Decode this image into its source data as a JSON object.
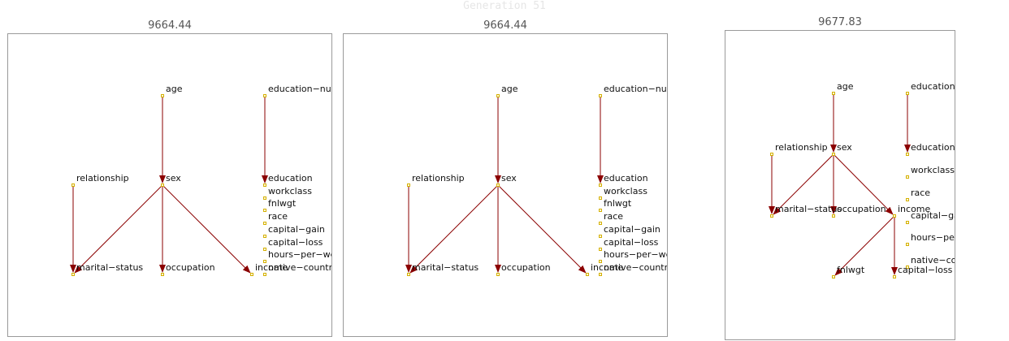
{
  "generation_label": "Generation 51",
  "colors": {
    "edge": "#8b0000",
    "node_fill": "#fffbe0",
    "node_stroke": "#d4b000",
    "frame": "#9a9a9a"
  },
  "panels": [
    {
      "score": "9664.44",
      "nodes": [
        {
          "id": "age",
          "label": "age"
        },
        {
          "id": "education-num",
          "label": "education−nur"
        },
        {
          "id": "relationship",
          "label": "relationship"
        },
        {
          "id": "sex",
          "label": "sex"
        },
        {
          "id": "education",
          "label": "education"
        },
        {
          "id": "workclass",
          "label": "workclass"
        },
        {
          "id": "fnlwgt",
          "label": "fnlwgt"
        },
        {
          "id": "race",
          "label": "race"
        },
        {
          "id": "capital-gain",
          "label": "capital−gain"
        },
        {
          "id": "capital-loss",
          "label": "capital−loss"
        },
        {
          "id": "hours-per-week",
          "label": "hours−per−we"
        },
        {
          "id": "marital-status",
          "label": "marital−status"
        },
        {
          "id": "occupation",
          "label": "occupation"
        },
        {
          "id": "income",
          "label": "income"
        },
        {
          "id": "native-country",
          "label": "native−countr"
        }
      ],
      "edges": [
        [
          "age",
          "sex"
        ],
        [
          "education-num",
          "education"
        ],
        [
          "relationship",
          "marital-status"
        ],
        [
          "sex",
          "marital-status"
        ],
        [
          "sex",
          "occupation"
        ],
        [
          "sex",
          "income"
        ]
      ]
    },
    {
      "score": "9664.44",
      "nodes": [
        {
          "id": "age",
          "label": "age"
        },
        {
          "id": "education-num",
          "label": "education−nur"
        },
        {
          "id": "relationship",
          "label": "relationship"
        },
        {
          "id": "sex",
          "label": "sex"
        },
        {
          "id": "education",
          "label": "education"
        },
        {
          "id": "workclass",
          "label": "workclass"
        },
        {
          "id": "fnlwgt",
          "label": "fnlwgt"
        },
        {
          "id": "race",
          "label": "race"
        },
        {
          "id": "capital-gain",
          "label": "capital−gain"
        },
        {
          "id": "capital-loss",
          "label": "capital−loss"
        },
        {
          "id": "hours-per-week",
          "label": "hours−per−we"
        },
        {
          "id": "marital-status",
          "label": "marital−status"
        },
        {
          "id": "occupation",
          "label": "occupation"
        },
        {
          "id": "income",
          "label": "income"
        },
        {
          "id": "native-country",
          "label": "native−countr"
        }
      ],
      "edges": [
        [
          "age",
          "sex"
        ],
        [
          "education-num",
          "education"
        ],
        [
          "relationship",
          "marital-status"
        ],
        [
          "sex",
          "marital-status"
        ],
        [
          "sex",
          "occupation"
        ],
        [
          "sex",
          "income"
        ]
      ]
    },
    {
      "score": "9677.83",
      "nodes": [
        {
          "id": "age",
          "label": "age"
        },
        {
          "id": "education-num",
          "label": "education−"
        },
        {
          "id": "relationship",
          "label": "relationship"
        },
        {
          "id": "sex",
          "label": "sex"
        },
        {
          "id": "education",
          "label": "education"
        },
        {
          "id": "workclass",
          "label": "workclass"
        },
        {
          "id": "race",
          "label": "race"
        },
        {
          "id": "marital-status",
          "label": "marital−status"
        },
        {
          "id": "occupation",
          "label": "occupation"
        },
        {
          "id": "income",
          "label": "income"
        },
        {
          "id": "capital-gain",
          "label": "capital−ga"
        },
        {
          "id": "hours-per-week",
          "label": "hours−per"
        },
        {
          "id": "native-country",
          "label": "native−co"
        },
        {
          "id": "fnlwgt",
          "label": "fnlwgt"
        },
        {
          "id": "capital-loss",
          "label": "capital−loss"
        }
      ],
      "edges": [
        [
          "age",
          "sex"
        ],
        [
          "education-num",
          "education"
        ],
        [
          "relationship",
          "marital-status"
        ],
        [
          "sex",
          "marital-status"
        ],
        [
          "sex",
          "occupation"
        ],
        [
          "sex",
          "income"
        ],
        [
          "income",
          "fnlwgt"
        ],
        [
          "income",
          "capital-loss"
        ]
      ]
    }
  ]
}
